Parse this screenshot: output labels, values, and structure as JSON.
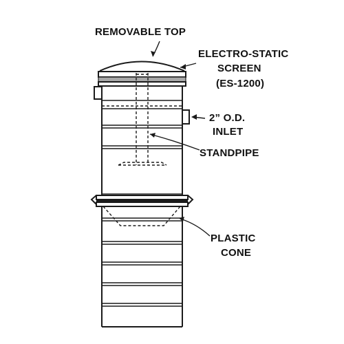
{
  "labels": {
    "top": "REMOVABLE TOP",
    "screen_line1": "ELECTRO-STATIC",
    "screen_line2": "SCREEN",
    "screen_line3": "(ES-1200)",
    "inlet_line1": "2” O.D.",
    "inlet_line2": "INLET",
    "standpipe": "STANDPIPE",
    "cone_line1": "PLASTIC",
    "cone_line2": "CONE"
  },
  "colors": {
    "ink": "#1a1a1a",
    "screen": "#a8a8a8",
    "background": "#ffffff"
  }
}
